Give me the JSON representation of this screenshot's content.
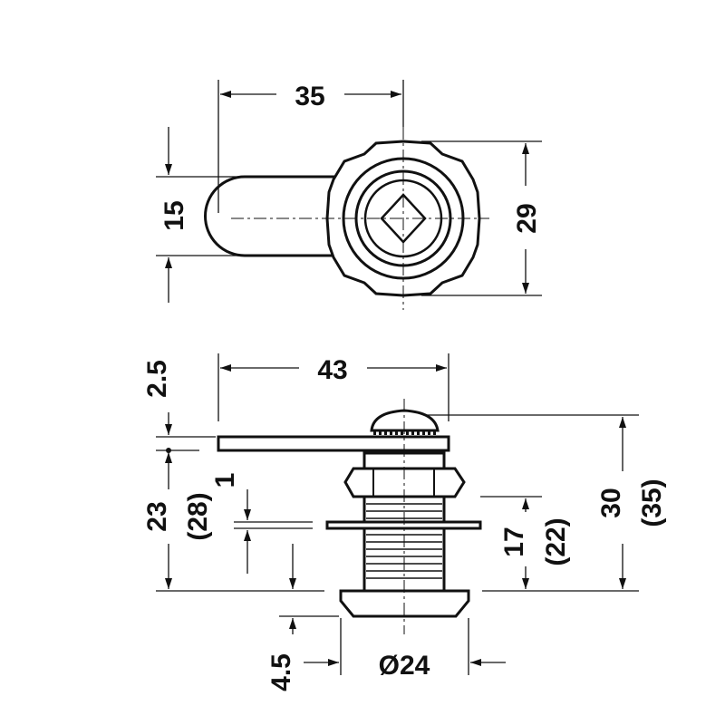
{
  "drawing": {
    "top_view": {
      "width_label": "35",
      "arm_height_label": "15",
      "body_height_label": "29"
    },
    "side_view": {
      "length_label": "43",
      "cam_thickness_label": "2.5",
      "panel_label": "23",
      "panel_alt_label": "(28)",
      "washer_label": "1",
      "thread_label": "17",
      "thread_alt_label": "(22)",
      "overall_label": "30",
      "overall_alt_label": "(35)",
      "flange_label": "4.5",
      "diameter_label": "Ø24"
    }
  }
}
